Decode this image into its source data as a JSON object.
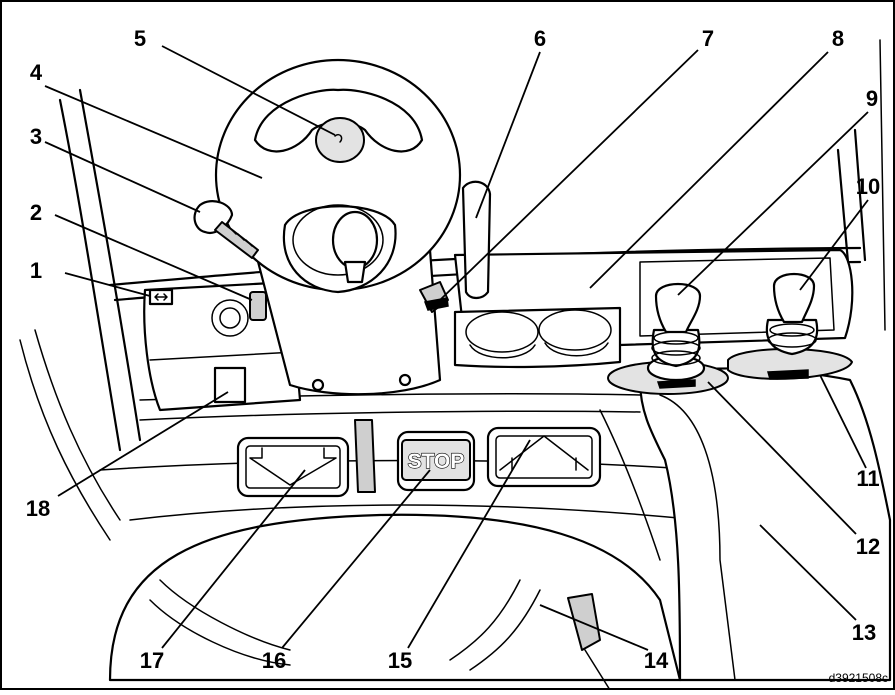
{
  "figure": {
    "callouts": [
      {
        "number": "1"
      },
      {
        "number": "2"
      },
      {
        "number": "3"
      },
      {
        "number": "4"
      },
      {
        "number": "5"
      },
      {
        "number": "6"
      },
      {
        "number": "7"
      },
      {
        "number": "8"
      },
      {
        "number": "9"
      },
      {
        "number": "10"
      },
      {
        "number": "11"
      },
      {
        "number": "12"
      },
      {
        "number": "13"
      },
      {
        "number": "14"
      },
      {
        "number": "15"
      },
      {
        "number": "16"
      },
      {
        "number": "17"
      },
      {
        "number": "18"
      }
    ],
    "stop_pedal_text": "STOP",
    "document_id": "d3921508c"
  }
}
